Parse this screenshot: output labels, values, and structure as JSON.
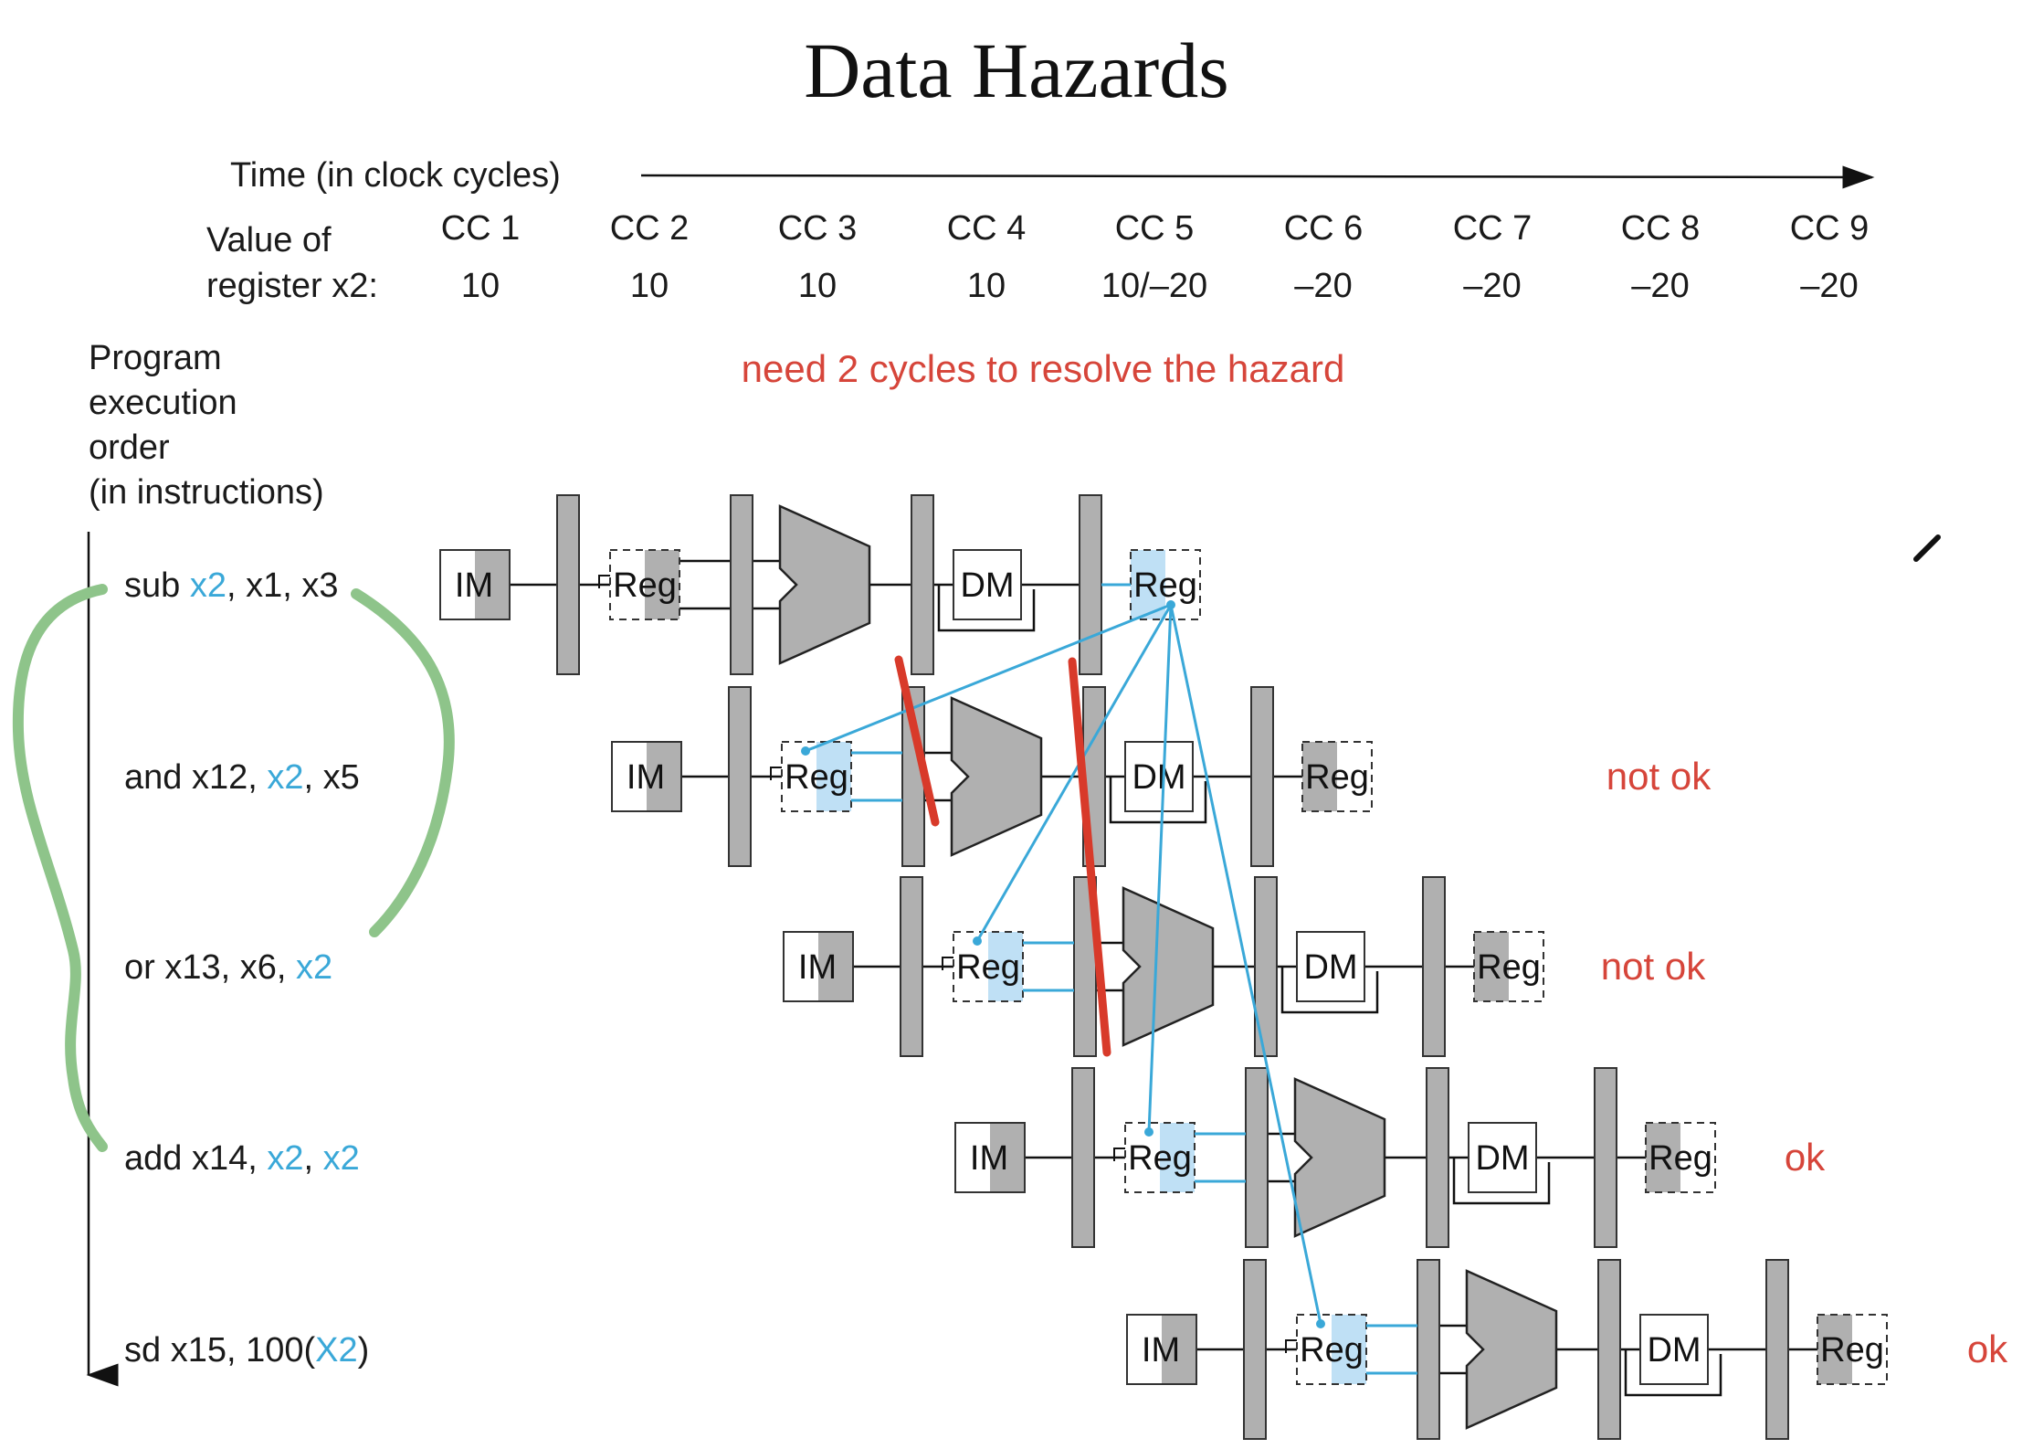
{
  "title": "Data Hazards",
  "time_label": "Time (in clock cycles)",
  "value_label_line1": "Value of",
  "value_label_line2": "register x2:",
  "clock_cycles": [
    {
      "label": "CC 1",
      "value": "10"
    },
    {
      "label": "CC 2",
      "value": "10"
    },
    {
      "label": "CC 3",
      "value": "10"
    },
    {
      "label": "CC 4",
      "value": "10"
    },
    {
      "label": "CC 5",
      "value": "10/–20"
    },
    {
      "label": "CC 6",
      "value": "–20"
    },
    {
      "label": "CC 7",
      "value": "–20"
    },
    {
      "label": "CC 8",
      "value": "–20"
    },
    {
      "label": "CC 9",
      "value": "–20"
    }
  ],
  "annotation": "need 2 cycles to resolve the hazard",
  "order_label": [
    "Program",
    "execution",
    "order",
    "(in instructions)"
  ],
  "instructions": [
    {
      "parts": [
        {
          "t": "sub ",
          "hl": false
        },
        {
          "t": "x2",
          "hl": true
        },
        {
          "t": ", x1, x3",
          "hl": false
        }
      ],
      "status": ""
    },
    {
      "parts": [
        {
          "t": "and x12, ",
          "hl": false
        },
        {
          "t": "x2",
          "hl": true
        },
        {
          "t": ", x5",
          "hl": false
        }
      ],
      "status": "not ok"
    },
    {
      "parts": [
        {
          "t": "or x13, x6, ",
          "hl": false
        },
        {
          "t": "x2",
          "hl": true
        }
      ],
      "status": "not ok"
    },
    {
      "parts": [
        {
          "t": "add x14, ",
          "hl": false
        },
        {
          "t": "x2",
          "hl": true
        },
        {
          "t": ", ",
          "hl": false
        },
        {
          "t": "x2",
          "hl": true
        }
      ],
      "status": "ok"
    },
    {
      "parts": [
        {
          "t": "sd x15, 100(",
          "hl": false
        },
        {
          "t": "X2",
          "hl": true
        },
        {
          "t": ")",
          "hl": false
        }
      ],
      "status": "ok"
    }
  ],
  "stages": {
    "im": "IM",
    "reg": "Reg",
    "dm": "DM"
  },
  "colors": {
    "highlight_fill": "#bfe0f5",
    "forward_line": "#3aa8d8",
    "hazard_line": "#d83a2a",
    "annotation_stroke": "#8ec48a",
    "stage_gray": "#b0b0b0"
  }
}
